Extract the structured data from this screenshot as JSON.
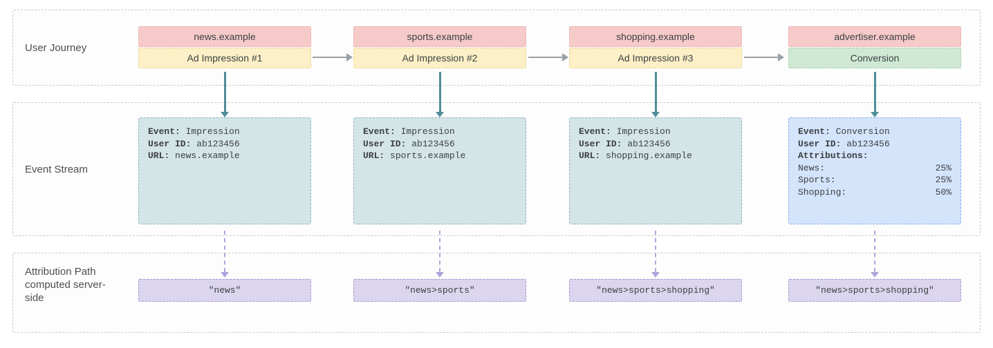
{
  "bands": {
    "user_journey": {
      "label": "User Journey",
      "nodes": [
        {
          "site": "news.example",
          "action": "Ad Impression #1"
        },
        {
          "site": "sports.example",
          "action": "Ad Impression #2"
        },
        {
          "site": "shopping.example",
          "action": "Ad Impression #3"
        },
        {
          "site": "advertiser.example",
          "action": "Conversion"
        }
      ]
    },
    "event_stream": {
      "label": "Event Stream",
      "events": [
        {
          "event_key": "Event:",
          "event_value": "Impression",
          "user_key": "User ID:",
          "user_value": "ab123456",
          "url_key": "URL:",
          "url_value": "news.example"
        },
        {
          "event_key": "Event:",
          "event_value": "Impression",
          "user_key": "User ID:",
          "user_value": "ab123456",
          "url_key": "URL:",
          "url_value": "sports.example"
        },
        {
          "event_key": "Event:",
          "event_value": "Impression",
          "user_key": "User ID:",
          "user_value": "ab123456",
          "url_key": "URL:",
          "url_value": "shopping.example"
        },
        {
          "event_key": "Event:",
          "event_value": "Conversion",
          "user_key": "User ID:",
          "user_value": "ab123456",
          "attributions_key": "Attributions:",
          "attributions": [
            {
              "name": "News:",
              "value": "25%"
            },
            {
              "name": "Sports:",
              "value": "25%"
            },
            {
              "name": "Shopping:",
              "value": "50%"
            }
          ]
        }
      ]
    },
    "attribution_path": {
      "label": "Attribution Path computed server-side",
      "paths": [
        "\"news\"",
        "\"news>sports\"",
        "\"news>sports>shopping\"",
        "\"news>sports>shopping\""
      ]
    }
  },
  "colors": {
    "publisher_bg": "#f7caca",
    "publisher_border": "#e5b0b2",
    "impression_bg": "#fdf0c6",
    "impression_border": "#e7d299",
    "conversion_bg": "#cfe9d4",
    "conversion_border": "#a6d0b2",
    "impression_event_bg": "#d4e5e7",
    "impression_event_border": "#8fb3ba",
    "conversion_event_bg": "#d4e4fb",
    "conversion_event_border": "#86aef2",
    "path_bg": "#dcd5ee",
    "path_border": "#a495d2",
    "journey_arrow": "#9aa0a6",
    "event_arrow": "#4f8d99",
    "path_arrow": "#b1a4dc",
    "band_border": "#c8cacc",
    "band_bg": "#fdfdfd",
    "text_dark": "#3c4043",
    "label_color": "#4a4d51"
  }
}
